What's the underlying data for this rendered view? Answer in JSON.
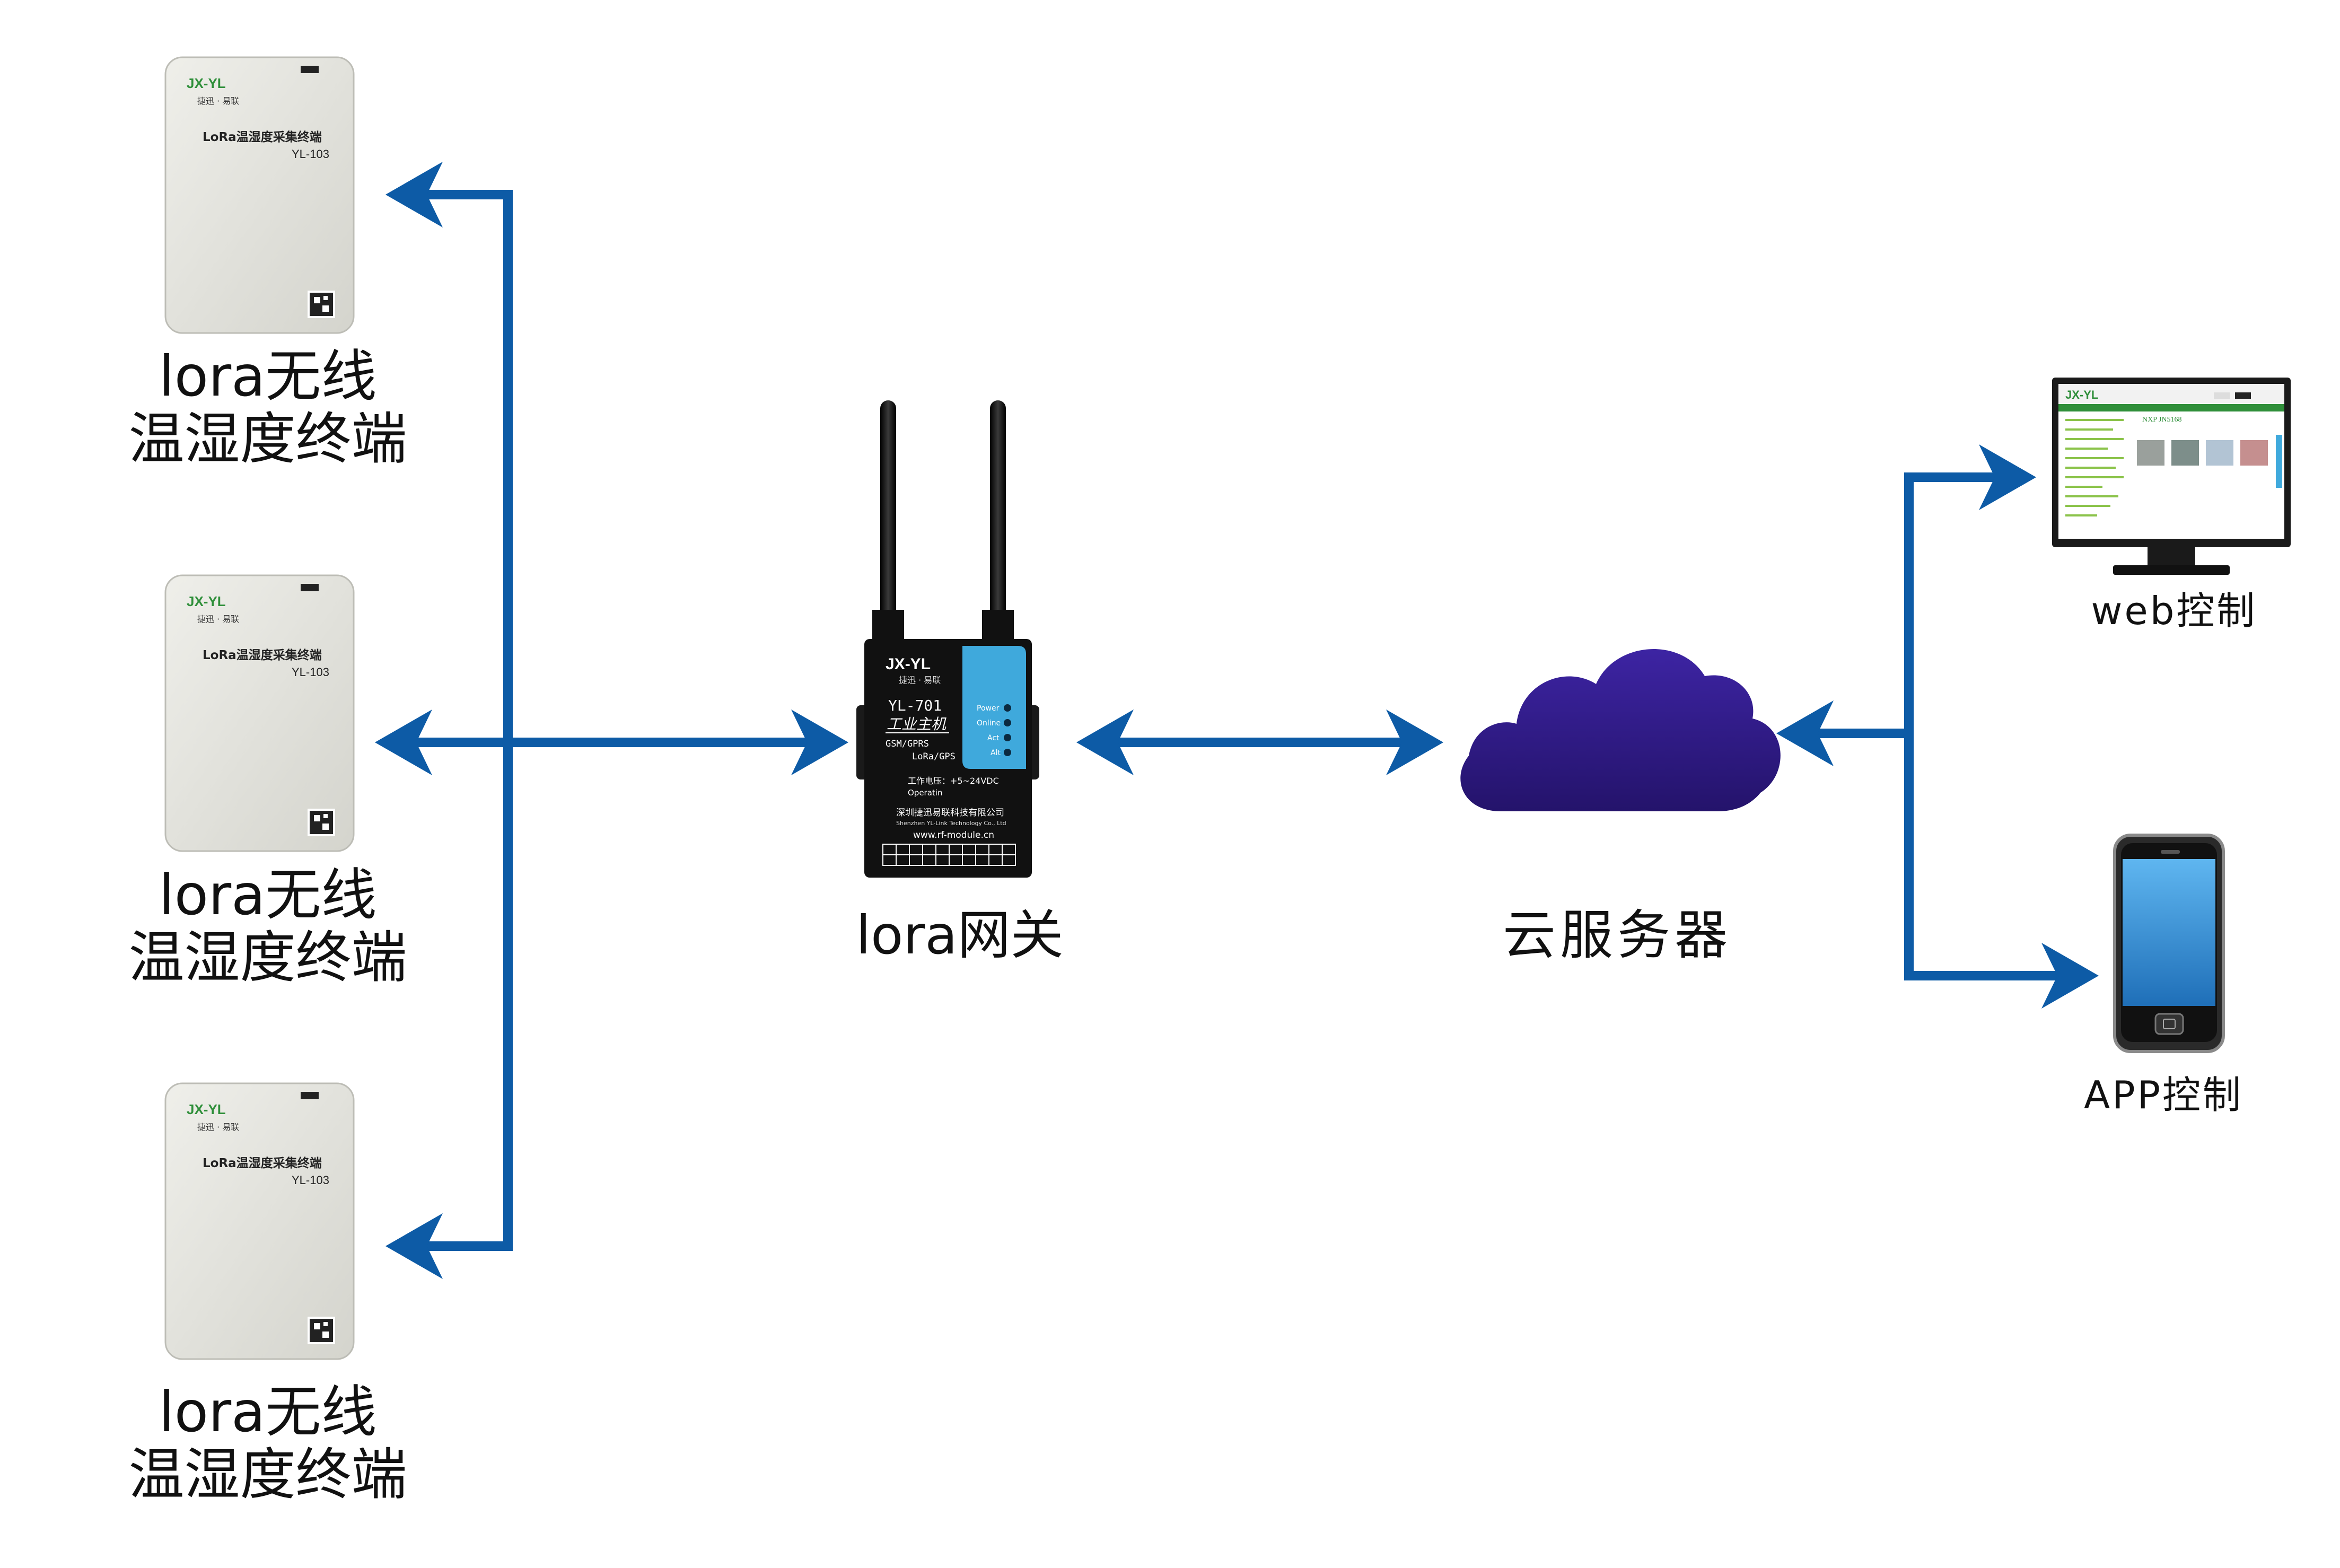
{
  "colors": {
    "arrow": "#0d5ba6",
    "cloud": "#2e1a86",
    "device_body": "#e3e3dd",
    "gateway_body": "#111111",
    "gateway_panel": "#3fa9dc",
    "brand_green": "#2f8f3a"
  },
  "sensors": [
    {
      "brand": "JX-YL",
      "brand_sub": "捷迅 · 易联",
      "product": "LoRa温湿度采集终端",
      "model": "YL-103",
      "caption_line1": "lora无线",
      "caption_line2": "温湿度终端"
    },
    {
      "brand": "JX-YL",
      "brand_sub": "捷迅 · 易联",
      "product": "LoRa温湿度采集终端",
      "model": "YL-103",
      "caption_line1": "lora无线",
      "caption_line2": "温湿度终端"
    },
    {
      "brand": "JX-YL",
      "brand_sub": "捷迅 · 易联",
      "product": "LoRa温湿度采集终端",
      "model": "YL-103",
      "caption_line1": "lora无线",
      "caption_line2": "温湿度终端"
    }
  ],
  "gateway": {
    "brand": "JX-YL",
    "brand_sub": "捷迅 · 易联",
    "model": "YL-701",
    "title": "工业主机",
    "spec1": "GSM/GPRS",
    "spec2": "LoRa/GPS",
    "leds": [
      "Power",
      "Online",
      "Act",
      "Alt"
    ],
    "voltage": "工作电压：+5~24VDC",
    "operating": "Operatin",
    "company": "深圳捷迅易联科技有限公司",
    "company_en": "Shenzhen YL-Link Technology Co., Ltd",
    "website": "www.rf-module.cn",
    "caption": "lora网关"
  },
  "cloud": {
    "caption": "云服务器"
  },
  "web": {
    "logo": "JX-YL",
    "banner": "NXP JN5168",
    "caption": "web控制"
  },
  "app": {
    "caption": "APP控制"
  }
}
